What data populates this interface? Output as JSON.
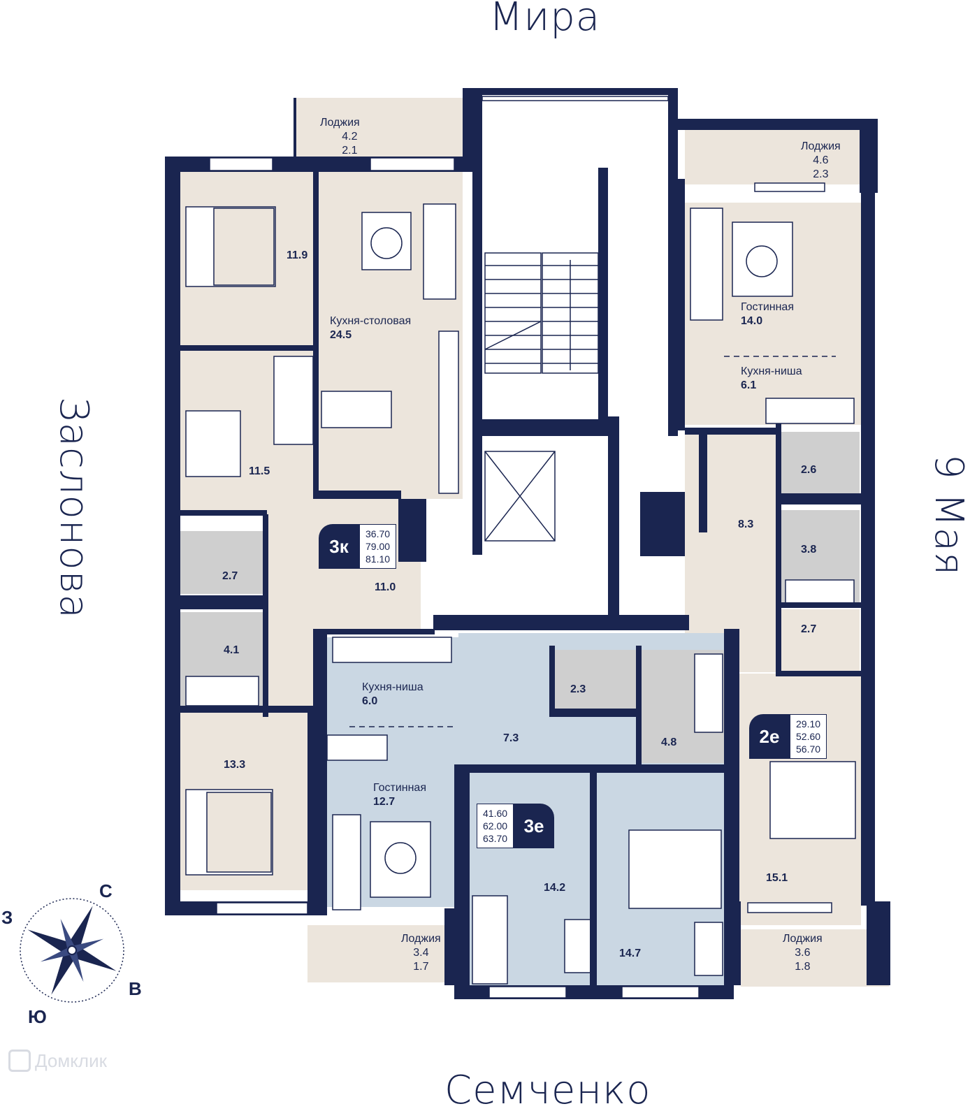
{
  "streets": {
    "top": "Мира",
    "bottom": "Семченко",
    "left": "Заслонова",
    "right": "9 Мая"
  },
  "compass": {
    "n": "С",
    "w": "З",
    "e": "В",
    "s": "Ю"
  },
  "watermark": "Домклик",
  "colors": {
    "wall": "#1a2550",
    "apartment_3k": "#ece5dc",
    "apartment_3e": "#cad7e3",
    "apartment_2e": "#ece5dc",
    "wet_room": "#cfcfcf"
  },
  "apartments": {
    "3k": {
      "code": "3к",
      "values": [
        "36.70",
        "79.00",
        "81.10"
      ]
    },
    "3e": {
      "code": "3е",
      "values": [
        "41.60",
        "62.00",
        "63.70"
      ]
    },
    "2e": {
      "code": "2е",
      "values": [
        "29.10",
        "52.60",
        "56.70"
      ]
    }
  },
  "rooms": {
    "loggia_a": {
      "name": "Лоджия",
      "v1": "4.2",
      "v2": "2.1"
    },
    "bed_a": "11.9",
    "kitchen_dining": {
      "name": "Кухня-столовая",
      "area": "24.5"
    },
    "bed_b": "11.5",
    "bath_a": "2.7",
    "hall_a": "11.0",
    "bath_b": "4.1",
    "bed_c": "13.3",
    "loggia_b": {
      "name": "Лоджия",
      "v1": "4.6",
      "v2": "2.3"
    },
    "living_b": {
      "name": "Гостинная",
      "area": "14.0"
    },
    "kitchen_niche_b": {
      "name": "Кухня-ниша",
      "area": "6.1"
    },
    "bath_c": "2.6",
    "hall_b": "8.3",
    "bath_d": "3.8",
    "closet_b": "2.7",
    "bed_d": "15.1",
    "loggia_c": {
      "name": "Лоджия",
      "v1": "3.6",
      "v2": "1.8"
    },
    "kitchen_niche_c": {
      "name": "Кухня-ниша",
      "area": "6.0"
    },
    "bath_e": "2.3",
    "bath_f": "4.8",
    "hall_c": "7.3",
    "living_c": {
      "name": "Гостинная",
      "area": "12.7"
    },
    "bed_e": "14.2",
    "bed_f": "14.7",
    "loggia_d": {
      "name": "Лоджия",
      "v1": "3.4",
      "v2": "1.7"
    }
  }
}
